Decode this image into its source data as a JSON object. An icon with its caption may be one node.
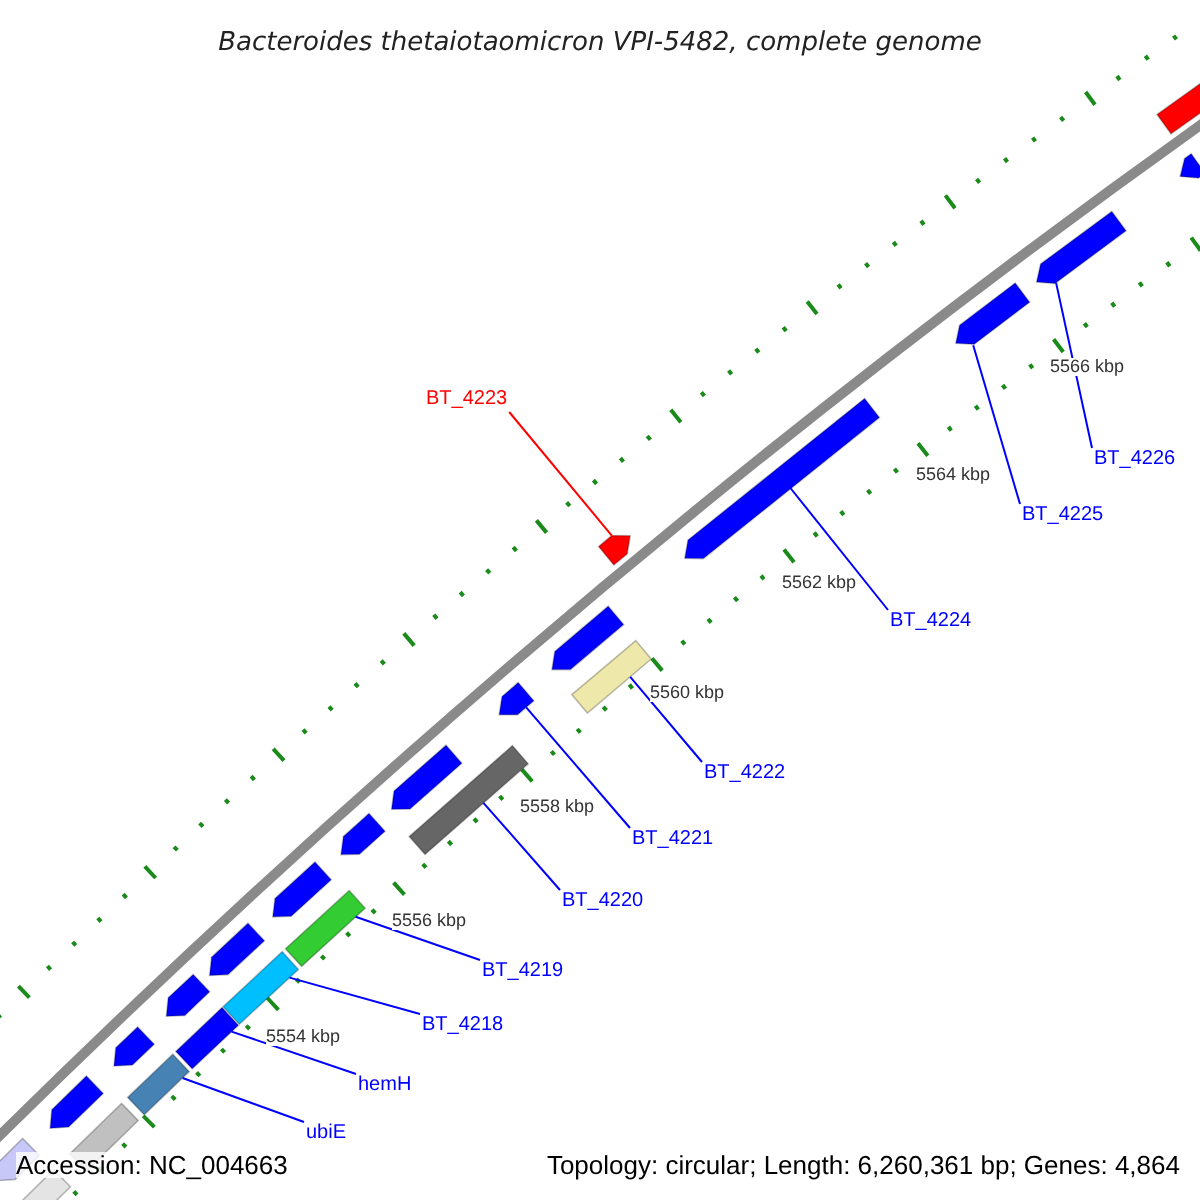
{
  "diagram": {
    "title": "Bacteroides thetaiotaomicron VPI-5482, complete genome",
    "nodes": [
      {
        "text": [
          "BT_4223"
        ]
      },
      {
        "text": [
          "BT_4226"
        ]
      },
      {
        "text": [
          "BT_4225"
        ]
      },
      {
        "text": [
          "BT_4224"
        ]
      },
      {
        "text": [
          "BT_4222"
        ]
      },
      {
        "text": [
          "BT_4221"
        ]
      },
      {
        "text": [
          "BT_4220"
        ]
      },
      {
        "text": [
          "BT_4219"
        ]
      },
      {
        "text": [
          "BT_4218"
        ]
      },
      {
        "text": [
          "hemH"
        ]
      },
      {
        "text": [
          "ubiE"
        ]
      },
      {
        "text": [],
        "shape": "arrow"
      },
      {
        "text": [],
        "shape": "arrow"
      },
      {
        "text": [],
        "shape": "arrow"
      },
      {
        "text": [],
        "shape": "arrow"
      },
      {
        "text": [],
        "shape": "box"
      },
      {
        "text": [],
        "shape": "arrow"
      },
      {
        "text": [],
        "shape": "box"
      },
      {
        "text": [],
        "shape": "box"
      },
      {
        "text": [],
        "shape": "box"
      },
      {
        "text": [],
        "shape": "box"
      },
      {
        "text": [],
        "shape": "box"
      }
    ],
    "edges": [
      {
        "from": 0,
        "to": 14,
        "arrow": "none",
        "color": "#ff0000"
      },
      {
        "from": 1,
        "to": 11,
        "arrow": "none"
      },
      {
        "from": 2,
        "to": 12,
        "arrow": "none"
      },
      {
        "from": 3,
        "to": 13,
        "arrow": "none"
      },
      {
        "from": 4,
        "to": 15,
        "arrow": "none"
      },
      {
        "from": 5,
        "to": 16,
        "arrow": "none"
      },
      {
        "from": 6,
        "to": 17,
        "arrow": "none"
      },
      {
        "from": 7,
        "to": 18,
        "arrow": "none"
      },
      {
        "from": 8,
        "to": 19,
        "arrow": "none"
      },
      {
        "from": 9,
        "to": 20,
        "arrow": "none"
      },
      {
        "from": 10,
        "to": 21,
        "arrow": "none"
      }
    ],
    "labels": [
      "5566 kbp",
      "5564 kbp",
      "5562 kbp",
      "5560 kbp",
      "5558 kbp",
      "5556 kbp",
      "5554 kbp",
      "Accession: NC_004663",
      "Topology: circular; Length: 6,260,361 bp; Genes: 4,864"
    ]
  }
}
